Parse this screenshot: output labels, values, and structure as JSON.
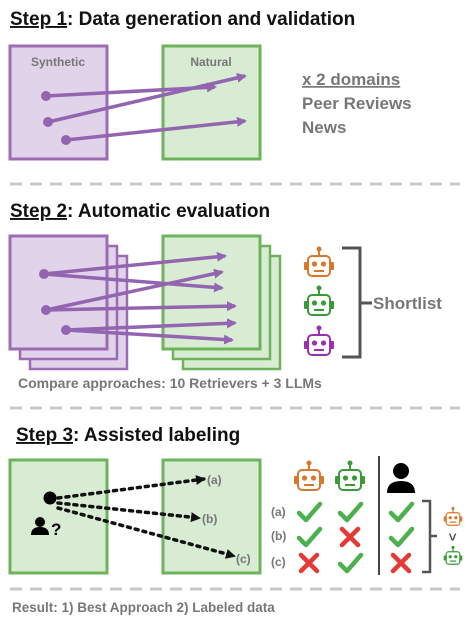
{
  "step1": {
    "title_step": "Step 1",
    "title_rest": ": Data generation and validation",
    "synthetic_label": "Synthetic",
    "natural_label": "Natural",
    "domains_header": "x 2 domains",
    "domain_1": "Peer Reviews",
    "domain_2": "News"
  },
  "step2": {
    "title_step": "Step 2",
    "title_rest": ": Automatic evaluation",
    "shortlist_label": "Shortlist",
    "caption": "Compare approaches: 10 Retrievers + 3 LLMs"
  },
  "step3": {
    "title_step": "Step 3",
    "title_rest": ": Assisted labeling",
    "question_mark": "?",
    "option_a": "(a)",
    "option_b": "(b)",
    "option_c": "(c)",
    "row_a": "(a)",
    "row_b": "(b)",
    "row_c": "(c)",
    "ranking_symbol": ">",
    "result_caption": "Result: 1) Best Approach 2) Labeled data"
  },
  "colors": {
    "synthetic_fill": "#e1d3ea",
    "synthetic_stroke": "#9b6cb4",
    "natural_fill": "#d8ecd3",
    "natural_stroke": "#6cb35c",
    "arrow": "#9365b0",
    "bot_orange": "#d9782a",
    "bot_green": "#3a9a3a",
    "bot_purple": "#9a2fb0",
    "check": "#4caf50",
    "cross": "#e53935",
    "divider": "#c8c8c8"
  },
  "icons": [
    "robot-icon",
    "person-icon",
    "check-icon",
    "cross-icon",
    "bracket-icon"
  ]
}
